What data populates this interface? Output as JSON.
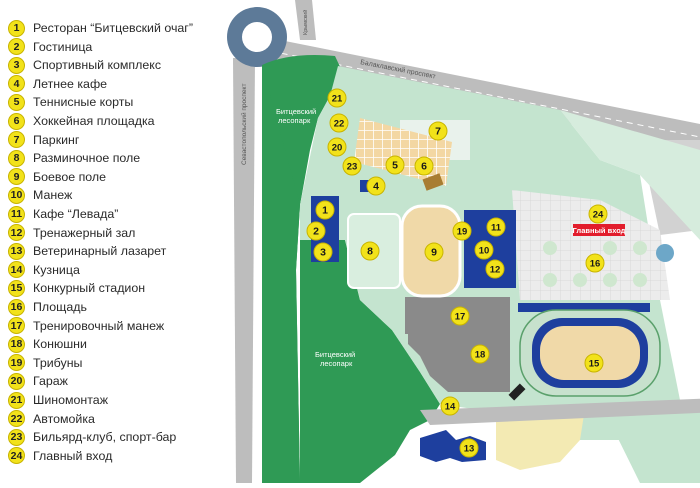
{
  "legend": [
    {
      "num": "1",
      "label": "Ресторан “Битцевский очаг”"
    },
    {
      "num": "2",
      "label": "Гостиница"
    },
    {
      "num": "3",
      "label": "Спортивный комплекс"
    },
    {
      "num": "4",
      "label": "Летнее кафе"
    },
    {
      "num": "5",
      "label": "Теннисные корты"
    },
    {
      "num": "6",
      "label": "Хоккейная площадка"
    },
    {
      "num": "7",
      "label": "Паркинг"
    },
    {
      "num": "8",
      "label": "Разминочное поле"
    },
    {
      "num": "9",
      "label": "Боевое поле"
    },
    {
      "num": "10",
      "label": "Манеж"
    },
    {
      "num": "11",
      "label": "Кафе “Левада”"
    },
    {
      "num": "12",
      "label": "Тренажерный зал"
    },
    {
      "num": "13",
      "label": "Ветеринарный лазарет"
    },
    {
      "num": "14",
      "label": "Кузница"
    },
    {
      "num": "15",
      "label": "Конкурный стадион"
    },
    {
      "num": "16",
      "label": "Площадь"
    },
    {
      "num": "17",
      "label": "Тренировочный манеж"
    },
    {
      "num": "18",
      "label": "Конюшни"
    },
    {
      "num": "19",
      "label": "Трибуны"
    },
    {
      "num": "20",
      "label": "Гараж"
    },
    {
      "num": "21",
      "label": "Шиномонтаж"
    },
    {
      "num": "22",
      "label": "Автомойка"
    },
    {
      "num": "23",
      "label": "Бильярд-клуб, спорт-бар"
    },
    {
      "num": "24",
      "label": "Главный вход"
    }
  ],
  "map": {
    "street_balaklavsky": "Балаклавский проспект",
    "street_sevastopolsky": "Севастопольский проспект",
    "street_krymsky": "Крымский",
    "park_label_top_1": "Битцевский",
    "park_label_top_2": "лесопарк",
    "park_label_bottom_1": "Битцевский",
    "park_label_bottom_2": "лесопарк",
    "main_entrance": "Главный вход",
    "markers": [
      "1",
      "2",
      "3",
      "4",
      "5",
      "6",
      "7",
      "8",
      "9",
      "10",
      "11",
      "12",
      "13",
      "14",
      "15",
      "16",
      "17",
      "18",
      "19",
      "20",
      "21",
      "22",
      "23",
      "24"
    ]
  },
  "colors": {
    "forest": "#2f9a55",
    "light_green": "#c4e4cf",
    "road": "#bdbdbd",
    "building_blue": "#1e3f9e",
    "building_grey": "#8a8a8a",
    "arena_sand": "#f0d9a8",
    "marker_yellow": "#f2e21a",
    "entrance_red": "#e21d2c"
  }
}
